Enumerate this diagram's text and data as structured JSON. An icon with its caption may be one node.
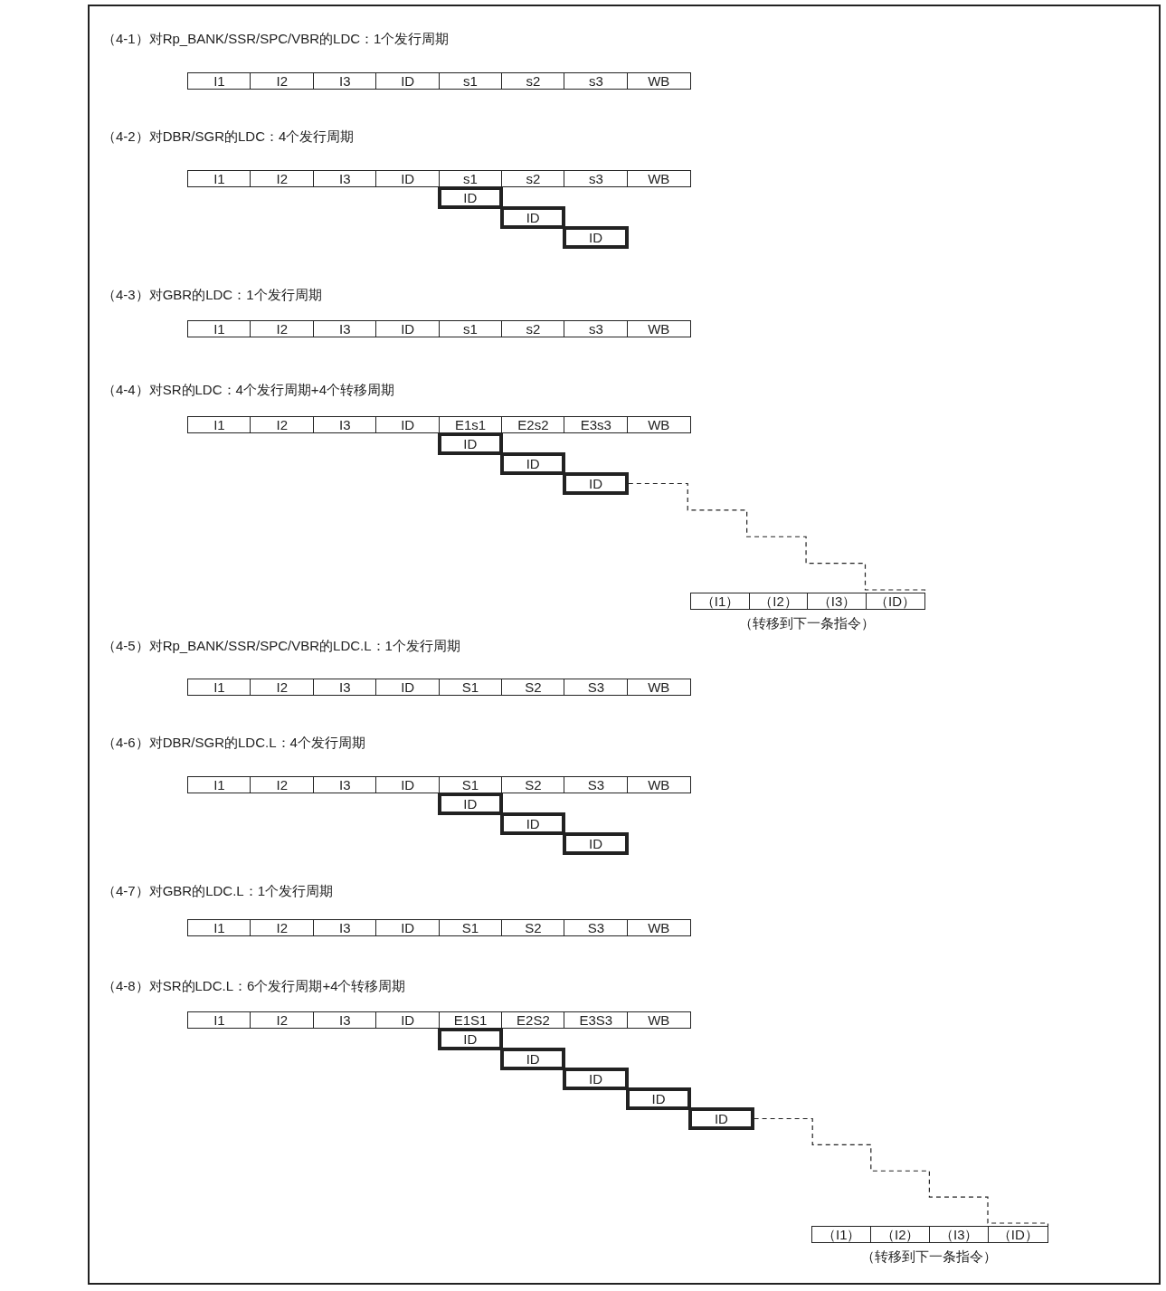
{
  "diagram": {
    "nodes": [
      {
        "text": [
          "I1"
        ]
      },
      {
        "text": [
          "I2"
        ]
      },
      {
        "text": [
          "I3"
        ]
      },
      {
        "text": [
          "ID"
        ]
      },
      {
        "text": [
          "s1"
        ]
      },
      {
        "text": [
          "s2"
        ]
      },
      {
        "text": [
          "s3"
        ]
      },
      {
        "text": [
          "WB"
        ]
      },
      {
        "text": [
          "I1"
        ]
      },
      {
        "text": [
          "I2"
        ]
      },
      {
        "text": [
          "I3"
        ]
      },
      {
        "text": [
          "ID"
        ]
      },
      {
        "text": [
          "s1"
        ]
      },
      {
        "text": [
          "s2"
        ]
      },
      {
        "text": [
          "s3"
        ]
      },
      {
        "text": [
          "WB"
        ]
      },
      {
        "text": [
          "ID"
        ]
      },
      {
        "text": [
          "ID"
        ]
      },
      {
        "text": [
          "ID"
        ]
      },
      {
        "text": [
          "I1"
        ]
      },
      {
        "text": [
          "I2"
        ]
      },
      {
        "text": [
          "I3"
        ]
      },
      {
        "text": [
          "ID"
        ]
      },
      {
        "text": [
          "s1"
        ]
      },
      {
        "text": [
          "s2"
        ]
      },
      {
        "text": [
          "s3"
        ]
      },
      {
        "text": [
          "WB"
        ]
      },
      {
        "text": [
          "I1"
        ]
      },
      {
        "text": [
          "I2"
        ]
      },
      {
        "text": [
          "I3"
        ]
      },
      {
        "text": [
          "ID"
        ]
      },
      {
        "text": [
          "E1s1"
        ]
      },
      {
        "text": [
          "E2s2"
        ]
      },
      {
        "text": [
          "E3s3"
        ]
      },
      {
        "text": [
          "WB"
        ]
      },
      {
        "text": [
          "ID"
        ]
      },
      {
        "text": [
          "ID"
        ]
      },
      {
        "text": [
          "ID"
        ]
      },
      {
        "text": [
          "（I1）"
        ]
      },
      {
        "text": [
          "（I2）"
        ]
      },
      {
        "text": [
          "（I3）"
        ]
      },
      {
        "text": [
          "（ID）"
        ]
      },
      {
        "text": [
          "I1"
        ]
      },
      {
        "text": [
          "I2"
        ]
      },
      {
        "text": [
          "I3"
        ]
      },
      {
        "text": [
          "ID"
        ]
      },
      {
        "text": [
          "S1"
        ]
      },
      {
        "text": [
          "S2"
        ]
      },
      {
        "text": [
          "S3"
        ]
      },
      {
        "text": [
          "WB"
        ]
      },
      {
        "text": [
          "I1"
        ]
      },
      {
        "text": [
          "I2"
        ]
      },
      {
        "text": [
          "I3"
        ]
      },
      {
        "text": [
          "ID"
        ]
      },
      {
        "text": [
          "S1"
        ]
      },
      {
        "text": [
          "S2"
        ]
      },
      {
        "text": [
          "S3"
        ]
      },
      {
        "text": [
          "WB"
        ]
      },
      {
        "text": [
          "ID"
        ]
      },
      {
        "text": [
          "ID"
        ]
      },
      {
        "text": [
          "ID"
        ]
      },
      {
        "text": [
          "I1"
        ]
      },
      {
        "text": [
          "I2"
        ]
      },
      {
        "text": [
          "I3"
        ]
      },
      {
        "text": [
          "ID"
        ]
      },
      {
        "text": [
          "S1"
        ]
      },
      {
        "text": [
          "S2"
        ]
      },
      {
        "text": [
          "S3"
        ]
      },
      {
        "text": [
          "WB"
        ]
      },
      {
        "text": [
          "I1"
        ]
      },
      {
        "text": [
          "I2"
        ]
      },
      {
        "text": [
          "I3"
        ]
      },
      {
        "text": [
          "ID"
        ]
      },
      {
        "text": [
          "E1S1"
        ]
      },
      {
        "text": [
          "E2S2"
        ]
      },
      {
        "text": [
          "E3S3"
        ]
      },
      {
        "text": [
          "WB"
        ]
      },
      {
        "text": [
          "ID"
        ]
      },
      {
        "text": [
          "ID"
        ]
      },
      {
        "text": [
          "ID"
        ]
      },
      {
        "text": [
          "ID"
        ]
      },
      {
        "text": [
          "ID"
        ]
      },
      {
        "text": [
          "（I1）"
        ]
      },
      {
        "text": [
          "（I2）"
        ]
      },
      {
        "text": [
          "（I3）"
        ]
      },
      {
        "text": [
          "（ID）"
        ]
      }
    ],
    "edges": [
      {
        "from": 37,
        "to": 41,
        "arrow": "none",
        "style": "dashed"
      },
      {
        "from": 81,
        "to": 85,
        "arrow": "none",
        "style": "dashed"
      }
    ],
    "labels": [
      "（4-1）对Rp_BANK/SSR/SPC/VBR的LDC：1个发行周期",
      "（4-2）对DBR/SGR的LDC：4个发行周期",
      "（4-3）对GBR的LDC：1个发行周期",
      "（4-4）对SR的LDC：4个发行周期+4个转移周期",
      "（转移到下一条指令）",
      "（4-5）对Rp_BANK/SSR/SPC/VBR的LDC.L：1个发行周期",
      "（4-6）对DBR/SGR的LDC.L：4个发行周期",
      "（4-7）对GBR的LDC.L：1个发行周期",
      "（4-8）对SR的LDC.L：6个发行周期+4个转移周期",
      "（转移到下一条指令）"
    ]
  }
}
